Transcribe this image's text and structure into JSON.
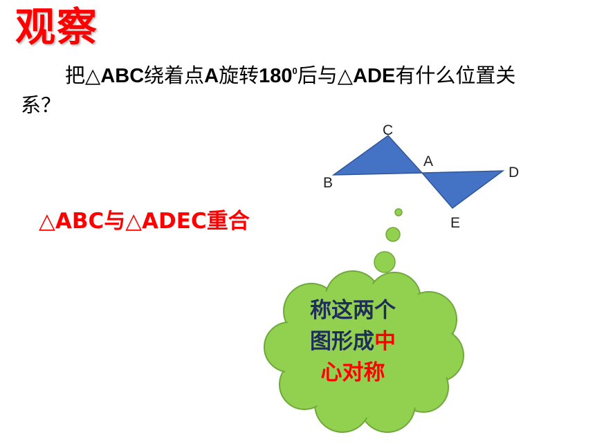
{
  "title": "观察",
  "question": {
    "lead": "把△",
    "abc": "ABC",
    "mid1": "绕着点",
    "a": "A",
    "mid2": "旋转",
    "deg_num": "180",
    "deg_sup": "0",
    "mid3": "后与△",
    "ade": "ADE",
    "tail": "有什么位置关系？"
  },
  "answer": "△ABC与△ADEC重合",
  "points": {
    "A": "A",
    "B": "B",
    "C": "C",
    "D": "D",
    "E": "E"
  },
  "cloud": {
    "line1": "称这两个",
    "line2_prefix": "图形成",
    "line2_red": "中",
    "line3_red": "心对称"
  },
  "colors": {
    "title": "#ff0000",
    "triangle_fill": "#4472c4",
    "cloud_fill": "#92d050",
    "cloud_stroke": "#6fa83a",
    "cloud_text": "#1f2d5a",
    "highlight": "#ff0000"
  }
}
